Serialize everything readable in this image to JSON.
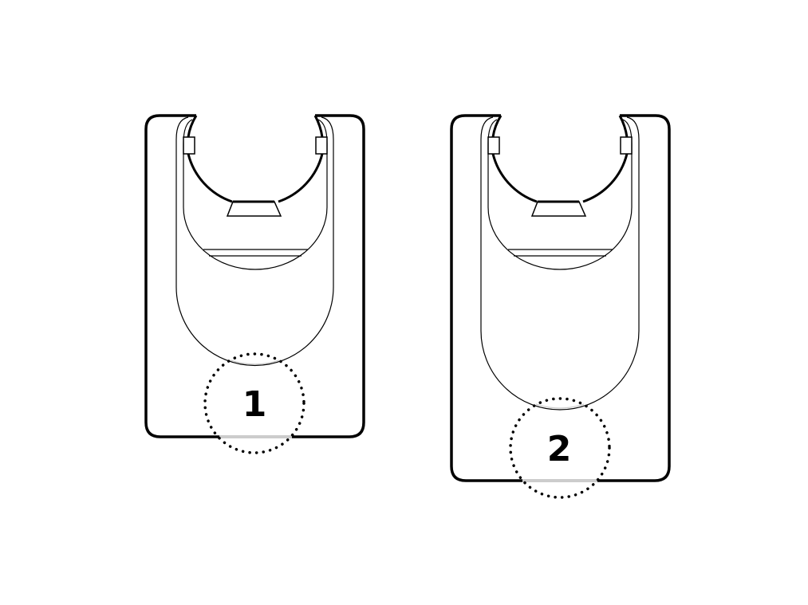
{
  "diagram": {
    "type": "device-mount-comparison",
    "items": [
      {
        "label": "1",
        "variant": "short-bracket"
      },
      {
        "label": "2",
        "variant": "tall-bracket"
      }
    ],
    "colors": {
      "stroke": "#000000",
      "highlight_gap": "#cccccc",
      "background": "#ffffff"
    }
  }
}
